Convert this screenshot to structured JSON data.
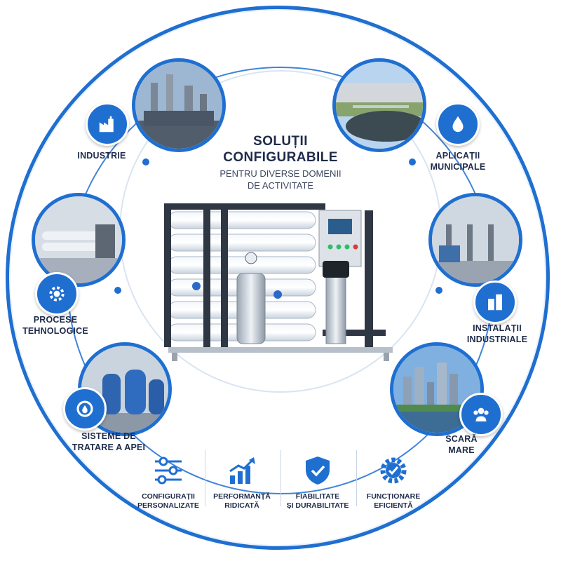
{
  "center": {
    "title_line1": "SOLUȚII",
    "title_line2": "CONFIGURABILE",
    "subtitle_line1": "PENTRU DIVERSE DOMENII",
    "subtitle_line2": "DE ACTIVITATE"
  },
  "segments": {
    "industrie": {
      "label": "INDUSTRIE",
      "icon": "factory-icon"
    },
    "municipale": {
      "line1": "APLICAȚII",
      "line2": "MUNICIPALE",
      "icon": "water-drop-icon"
    },
    "procese": {
      "line1": "PROCESE",
      "line2": "TEHNOLOGICE",
      "icon": "gear-icon"
    },
    "instalatii": {
      "line1": "INSTALAȚII",
      "line2": "INDUSTRIALE",
      "icon": "buildings-icon"
    },
    "tratare": {
      "line1": "SISTEME DE",
      "line2": "TRATARE A APEI",
      "icon": "water-cycle-icon"
    },
    "scara": {
      "line1": "SCARĂ",
      "line2": "MARE",
      "icon": "users-icon"
    }
  },
  "benefits": [
    {
      "line1": "CONFIGURAȚII",
      "line2": "PERSONALIZATE",
      "icon": "sliders-icon"
    },
    {
      "line1": "PERFORMANȚĂ",
      "line2": "RIDICATĂ",
      "icon": "growth-chart-icon"
    },
    {
      "line1": "FIABILITATE",
      "line2": "ȘI DURABILITATE",
      "icon": "shield-check-icon"
    },
    {
      "line1": "FUNCȚIONARE",
      "line2": "EFICIENTĂ",
      "icon": "gear-check-icon"
    }
  ],
  "colors": {
    "accent": "#1f6fd1",
    "text": "#1e2b4a"
  }
}
